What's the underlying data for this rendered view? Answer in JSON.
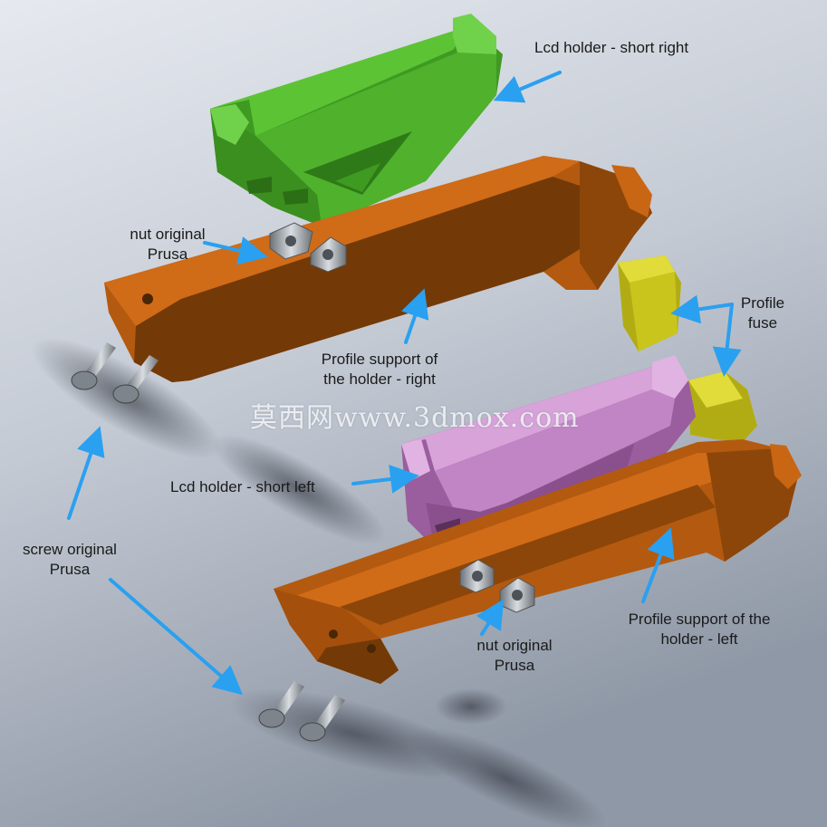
{
  "labels": {
    "lcd_short_right": "Lcd holder - short right",
    "nut_top_line1": "nut original",
    "nut_top_line2": "Prusa",
    "profile_fuse_line1": "Profile",
    "profile_fuse_line2": "fuse",
    "profile_right_line1": "Profile support of",
    "profile_right_line2": "the holder - right",
    "lcd_short_left": "Lcd holder - short left",
    "screw_line1": "screw original",
    "screw_line2": "Prusa",
    "profile_left_line1": "Profile support of the",
    "profile_left_line2": "holder - left",
    "nut_bottom_line1": "nut original",
    "nut_bottom_line2": "Prusa"
  },
  "watermark": "莫西网www.3dmox.com",
  "colors": {
    "background_light": "#dfe3ea",
    "background_dark": "#8e97a6",
    "green_part": "#4fb12c",
    "orange_part": "#b35a10",
    "orange_dark": "#733a08",
    "pink_part": "#c184c4",
    "yellow_part": "#c9c51c",
    "arrow": "#2aa0f0",
    "metal": "#9aa1a8"
  }
}
